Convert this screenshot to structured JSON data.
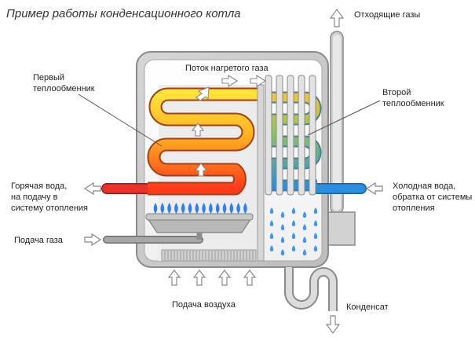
{
  "title": "Пример работы конденсационного котла",
  "labels": {
    "exhaust_gases": "Отходящие газы",
    "hot_gas_flow": "Поток нагретого газа",
    "first_exchanger": [
      "Первый",
      "теплообменник"
    ],
    "second_exchanger": [
      "Второй",
      "теплообменник"
    ],
    "hot_water": [
      "Горячая вода,",
      "на подачу в",
      "систему отопления"
    ],
    "cold_water": [
      "Холодная вода,",
      "обратка от системы",
      "отопления"
    ],
    "gas_supply": "Подача газа",
    "air_supply": "Подача воздуха",
    "condensate": "Конденсат"
  },
  "colors": {
    "hot_pipe": "#e8322a",
    "cold_pipe": "#2a8fe0",
    "gas_pipe": "#8e8e8e",
    "flame": "#2f7ff0",
    "droplet": "#3a9af0",
    "casing": "#9a9a9a"
  }
}
